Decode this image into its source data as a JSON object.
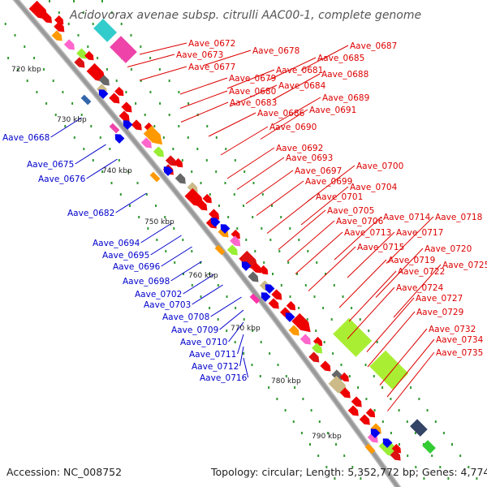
{
  "title": "Acidovorax avenae subsp. citrulli AAC00-1, complete genome",
  "footer": {
    "accession": "Accession: NC_008752",
    "summary": "Topology: circular; Length: 5,352,772 bp; Genes: 4,774"
  },
  "colors": {
    "backbone": "#999999",
    "forward": "#ee0000",
    "reverse": "#0000ee",
    "tick": "#339933",
    "label_forward": "#dd0000",
    "label_reverse": "#0000cc"
  },
  "ticks": [
    "720 kbp",
    "730 kbp",
    "740 kbp",
    "750 kbp",
    "760 kbp",
    "770 kbp",
    "780 kbp",
    "790 kbp"
  ],
  "labels_forward": [
    "Aave_0672",
    "Aave_0673",
    "Aave_0677",
    "Aave_0678",
    "Aave_0679",
    "Aave_0680",
    "Aave_0681",
    "Aave_0683",
    "Aave_0684",
    "Aave_0685",
    "Aave_0686",
    "Aave_0687",
    "Aave_0688",
    "Aave_0689",
    "Aave_0690",
    "Aave_0691",
    "Aave_0692",
    "Aave_0693",
    "Aave_0697",
    "Aave_0699",
    "Aave_0700",
    "Aave_0701",
    "Aave_0704",
    "Aave_0705",
    "Aave_0706",
    "Aave_0713",
    "Aave_0714",
    "Aave_0715",
    "Aave_0717",
    "Aave_0718",
    "Aave_0719",
    "Aave_0720",
    "Aave_0722",
    "Aave_0724",
    "Aave_0725",
    "Aave_0727",
    "Aave_0729",
    "Aave_0732",
    "Aave_0734",
    "Aave_0735"
  ],
  "labels_reverse": [
    "Aave_0668",
    "Aave_0675",
    "Aave_0676",
    "Aave_0682",
    "Aave_0694",
    "Aave_0695",
    "Aave_0696",
    "Aave_0698",
    "Aave_0702",
    "Aave_0703",
    "Aave_0708",
    "Aave_0709",
    "Aave_0710",
    "Aave_0711",
    "Aave_0712",
    "Aave_0716"
  ]
}
